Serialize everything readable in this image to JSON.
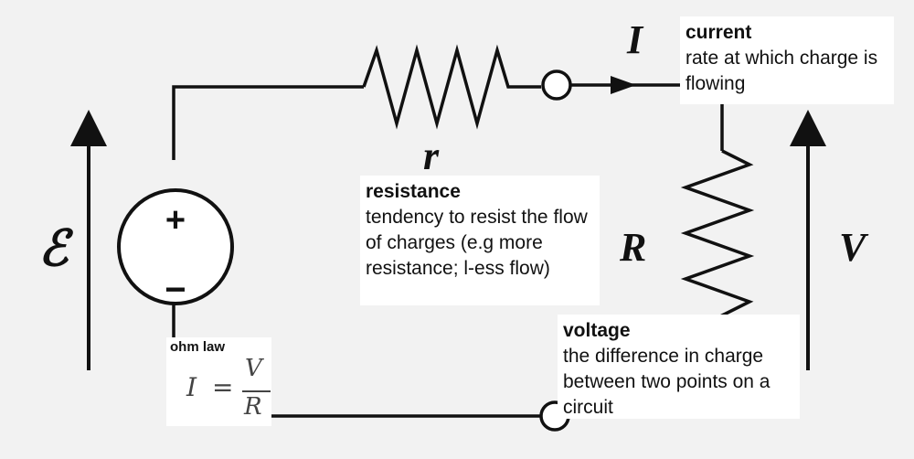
{
  "diagram": {
    "symbols": {
      "emf": "ℰ",
      "internal_resistance": "r",
      "current": "I",
      "load_resistance": "R",
      "voltage": "V",
      "plus": "+",
      "minus": "−"
    },
    "notes": {
      "current": {
        "heading": "current",
        "body": "rate at which charge is flowing"
      },
      "resistance": {
        "heading": "resistance",
        "body": "tendency to resist the flow of charges (e.g more resistance; l-ess flow)"
      },
      "voltage": {
        "heading": "voltage",
        "body": "the difference in charge between two points on a circuit"
      },
      "ohm_law": {
        "heading": "ohm law",
        "lhs": "I",
        "equals": "=",
        "numerator": "V",
        "denominator": "R"
      }
    },
    "colors": {
      "background": "#f2f2f2",
      "wire": "#111111",
      "note_background": "#ffffff",
      "formula_text": "#444444"
    }
  }
}
